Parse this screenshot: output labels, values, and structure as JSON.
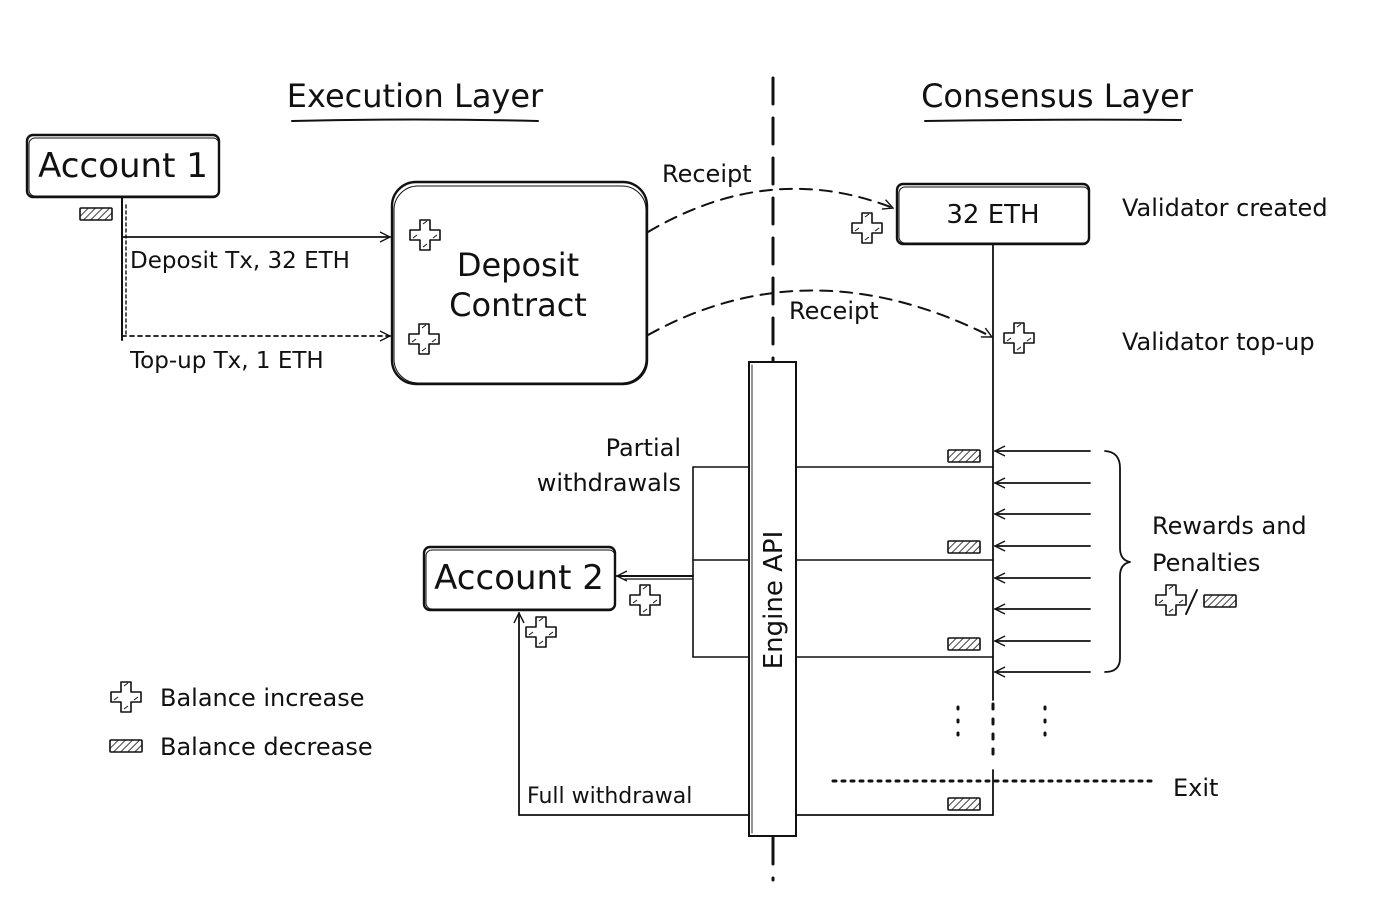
{
  "headers": {
    "execution": "Execution Layer",
    "consensus": "Consensus Layer"
  },
  "nodes": {
    "account1": "Account 1",
    "deposit_contract_line1": "Deposit",
    "deposit_contract_line2": "Contract",
    "validator_balance": "32 ETH",
    "account2": "Account 2",
    "engine_api": "Engine API"
  },
  "edges": {
    "deposit_tx": "Deposit Tx, 32 ETH",
    "topup_tx": "Top-up Tx, 1 ETH",
    "receipt_1": "Receipt",
    "receipt_2": "Receipt",
    "partial_withdrawals_line1": "Partial",
    "partial_withdrawals_line2": "withdrawals",
    "full_withdrawal": "Full withdrawal"
  },
  "events": {
    "validator_created": "Validator created",
    "validator_topup": "Validator top-up",
    "rewards_line1": "Rewards and",
    "rewards_line2": "Penalties",
    "exit": "Exit"
  },
  "legend": {
    "increase": "Balance increase",
    "decrease": "Balance decrease"
  },
  "icons": {
    "increase": "plus-cross-icon",
    "decrease": "hatched-bar-icon"
  },
  "colors": {
    "ink": "#111111",
    "background": "#ffffff"
  }
}
